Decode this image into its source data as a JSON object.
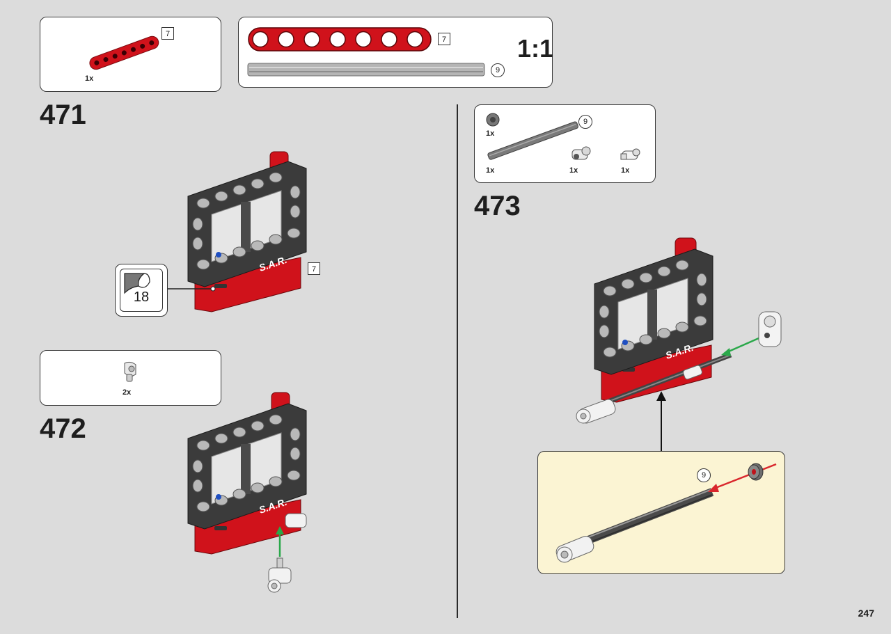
{
  "page_number": "247",
  "scale_label": "1:1",
  "steps": [
    {
      "number": "471",
      "parts": [
        {
          "qty": "1x",
          "length": "7"
        }
      ],
      "callout_number": "18",
      "length_marker": "7"
    },
    {
      "number": "472",
      "parts": [
        {
          "qty": "2x"
        }
      ]
    },
    {
      "number": "473",
      "parts": [
        {
          "qty": "1x"
        },
        {
          "qty": "1x",
          "length": "9"
        },
        {
          "qty": "1x"
        },
        {
          "qty": "1x"
        }
      ],
      "sub_length": "9"
    }
  ],
  "scale_box": {
    "beam_length": "7",
    "axle_length": "9"
  },
  "model_label": "S.A.R.",
  "colors": {
    "red": "#d0121b",
    "dark": "#3b3b3b",
    "grey": "#a8a8a8",
    "green": "#2aa84a",
    "red_arrow": "#d9262c",
    "sub_bg": "#fbf4d3"
  }
}
